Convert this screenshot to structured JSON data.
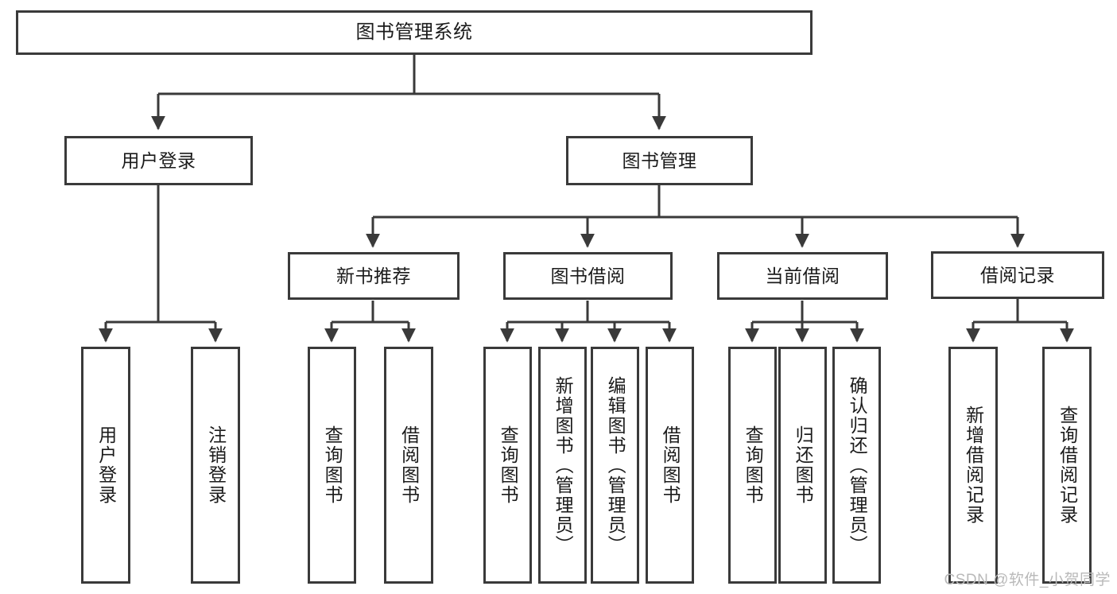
{
  "diagram": {
    "title": "图书管理系统",
    "watermark": "CSDN @软件_小贺同学",
    "colors": {
      "stroke": "#3a3a3a",
      "text": "#1b1b1b",
      "background": "#ffffff",
      "watermark": "#b9b9b9"
    },
    "nodes": {
      "root": {
        "label": "图书管理系统"
      },
      "level1": [
        {
          "label": "用户登录"
        },
        {
          "label": "图书管理"
        }
      ],
      "level2": [
        {
          "label": "新书推荐"
        },
        {
          "label": "图书借阅"
        },
        {
          "label": "当前借阅"
        },
        {
          "label": "借阅记录"
        }
      ],
      "leaves": {
        "user_login": [
          {
            "label": "用户登录"
          },
          {
            "label": "注销登录"
          }
        ],
        "new_book": [
          {
            "label": "查询图书"
          },
          {
            "label": "借阅图书"
          }
        ],
        "book_borrow": [
          {
            "label": "查询图书"
          },
          {
            "label": "新增图书（管理员）"
          },
          {
            "label": "编辑图书（管理员）"
          },
          {
            "label": "借阅图书"
          }
        ],
        "current_borrow": [
          {
            "label": "查询图书"
          },
          {
            "label": "归还图书"
          },
          {
            "label": "确认归还（管理员）"
          }
        ],
        "borrow_record": [
          {
            "label": "新增借阅记录"
          },
          {
            "label": "查询借阅记录"
          }
        ]
      }
    }
  }
}
